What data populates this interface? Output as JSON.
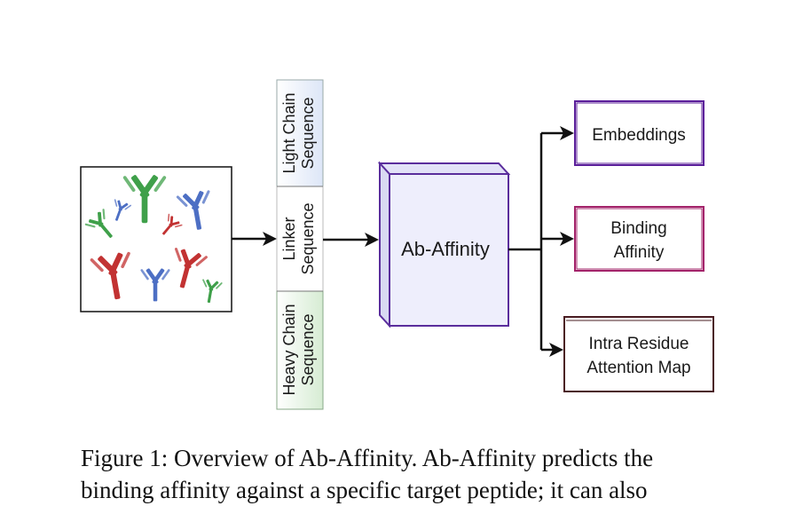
{
  "diagram": {
    "sequence_segments": {
      "light": [
        "Light Chain",
        "Sequence"
      ],
      "linker": [
        "Linker",
        "Sequence"
      ],
      "heavy": [
        "Heavy Chain",
        "Sequence"
      ]
    },
    "model_label": "Ab-Affinity",
    "outputs": {
      "embeddings": [
        "Embeddings"
      ],
      "binding": [
        "Binding",
        "Affinity"
      ],
      "attention": [
        "Intra Residue",
        "Attention Map"
      ]
    }
  },
  "colors": {
    "model_fill": "#eeeefc",
    "model_stroke": "#5a2d9c",
    "embeddings_stroke": "#5b1f9a",
    "binding_stroke": "#a3236a",
    "attention_stroke": "#4a1c22",
    "light_fill": "#dde6f7",
    "heavy_fill": "#d6ecd3",
    "antibody_green": "#3fa04a",
    "antibody_blue": "#4d6fc4",
    "antibody_red": "#c23232"
  },
  "caption": {
    "line1": "Figure 1: Overview of Ab-Affinity. Ab-Affinity predicts the",
    "line2": "binding affinity against a specific target peptide; it can also"
  }
}
